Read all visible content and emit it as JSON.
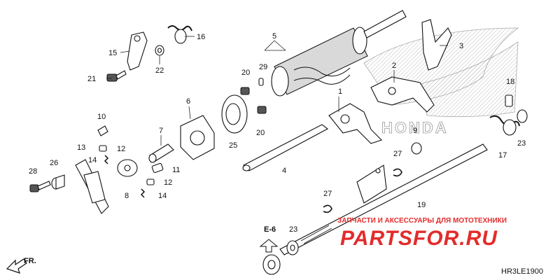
{
  "diagram": {
    "code": "HR3LE1900",
    "section_ref": "E-6",
    "direction_label": "FR.",
    "callouts": [
      "1",
      "2",
      "3",
      "4",
      "5",
      "6",
      "7",
      "8",
      "9",
      "10",
      "11",
      "12",
      "12",
      "13",
      "14",
      "14",
      "15",
      "16",
      "17",
      "18",
      "19",
      "20",
      "20",
      "21",
      "22",
      "23",
      "23",
      "25",
      "26",
      "27",
      "27",
      "28",
      "29"
    ]
  },
  "watermark": {
    "brand": "HONDA",
    "shop_line": "ЗАПЧАСТИ И АКСЕССУАРЫ ДЛЯ МОТОТЕХНИКИ",
    "shop_name": "PARTSFOR.RU",
    "shop_color": "#e32b2b"
  }
}
